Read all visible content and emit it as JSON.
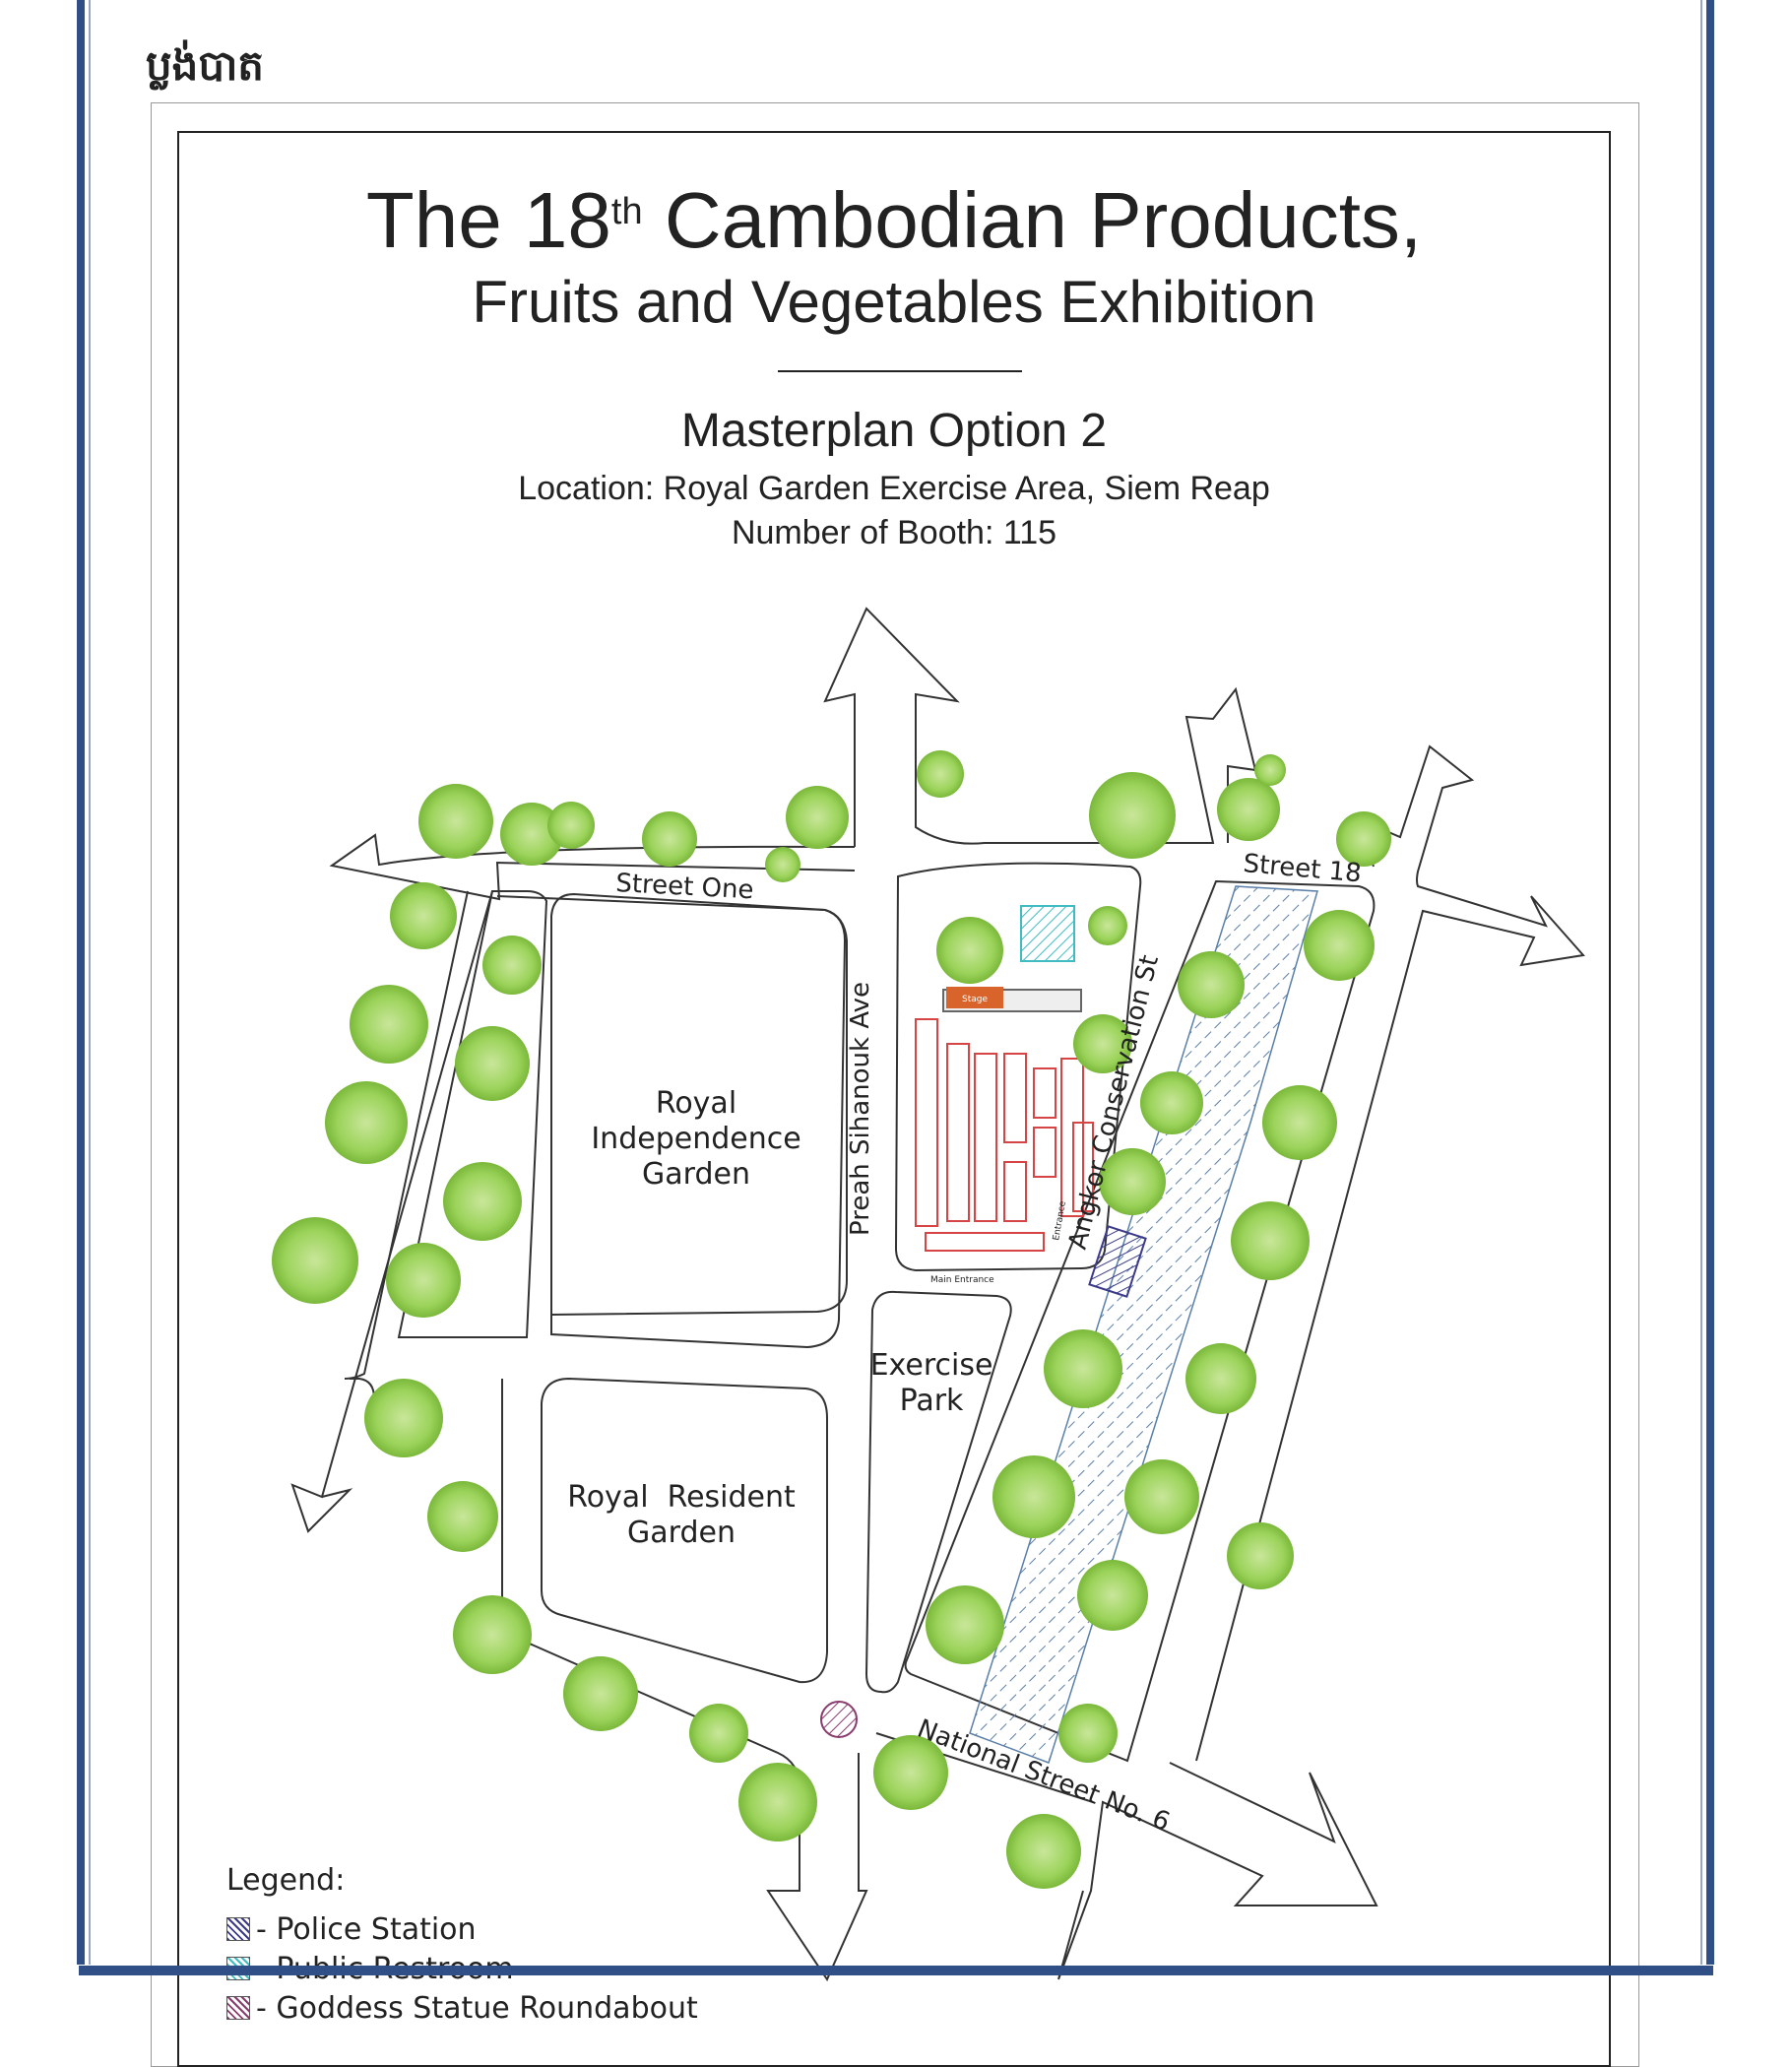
{
  "header": {
    "khmer_heading": "ប្លង់បាត"
  },
  "title": {
    "prefix": "The 18",
    "sup": "th",
    "suffix": "Cambodian Products,",
    "line2": "Fruits and Vegetables Exhibition"
  },
  "plan": {
    "name": "Masterplan Option 2",
    "location": "Location: Royal Garden Exercise Area, Siem Reap",
    "booths": "Number of Booth: 115"
  },
  "streets": {
    "street_one": "Street One",
    "street_18": "Street 18",
    "preah_sihanouk": "Preah Sihanouk Ave",
    "angkor_conservation": "Angkor Conservation St",
    "national_street": "National Street No. 6"
  },
  "areas": {
    "royal_independence": [
      "Royal",
      "Independence",
      "Garden"
    ],
    "royal_resident": [
      "Royal  Resident",
      "Garden"
    ],
    "exercise_park": [
      "Exercise",
      "Park"
    ]
  },
  "booth_area": {
    "stage": "Stage",
    "main_entrance": "Main Entrance",
    "entrance": "Entrance"
  },
  "legend": {
    "title": "Legend:",
    "items": [
      {
        "label": "- Police Station",
        "color": "#3b3b8a"
      },
      {
        "label": "- Public Restroom",
        "color": "#3fbcc2"
      },
      {
        "label": "- Goddess Statue Roundabout",
        "color": "#8a3b6e"
      }
    ]
  },
  "colors": {
    "frame": "#2f4f86",
    "booth": "#d64545",
    "tree": "#8cc63f",
    "stage": "#d9642b"
  }
}
